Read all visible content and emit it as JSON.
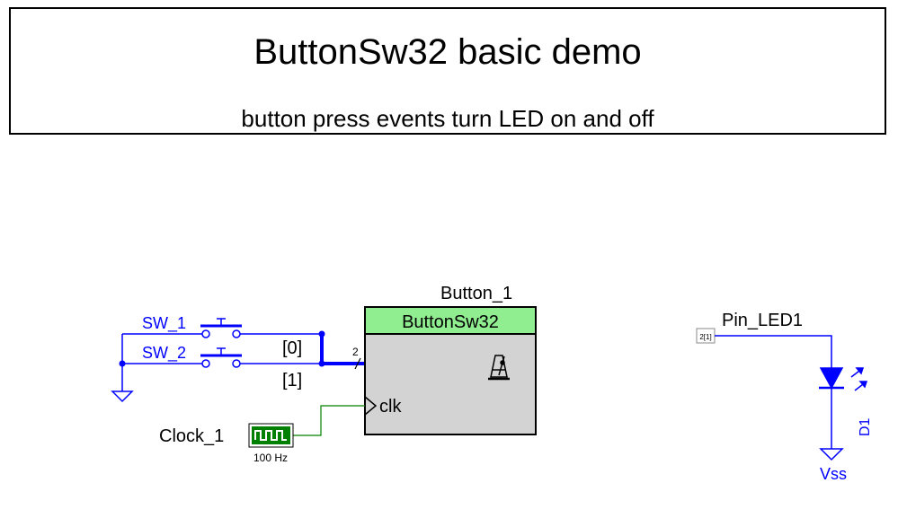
{
  "title": {
    "main": "ButtonSw32 basic demo",
    "sub": "button press events turn LED on and off"
  },
  "components": {
    "sw1": "SW_1",
    "sw2": "SW_2",
    "bus_bit0": "[0]",
    "bus_bit1": "[1]",
    "bus_width": "2",
    "button_instance": "Button_1",
    "button_type": "ButtonSw32",
    "clk_pin": "clk",
    "clock_name": "Clock_1",
    "clock_freq": "100 Hz",
    "pin_name": "Pin_LED1",
    "pin_box": "2[1]",
    "led_name": "D1",
    "vss": "Vss",
    "metronome_icon": "metronome-icon"
  },
  "colors": {
    "wire_blue": "#0000ff",
    "wire_green": "#008000",
    "block_header": "#90ee90",
    "block_body": "#d3d3d3",
    "clock_fill": "#008000"
  }
}
